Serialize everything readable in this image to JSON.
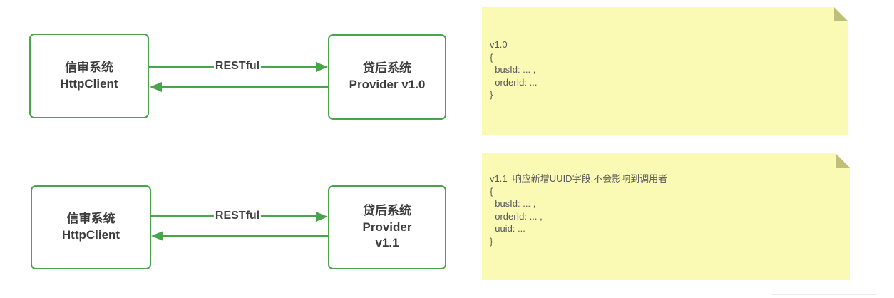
{
  "diagram": {
    "colors": {
      "shape_border_green": "#4ba44b",
      "arrow_green": "#4ba44b",
      "box_text": "#3d3d3d",
      "note_background": "#fafab4",
      "note_fold": "#bfbf7a",
      "note_text": "#595959"
    },
    "rows": [
      {
        "client": {
          "lines": [
            "信审系统",
            "HttpClient"
          ]
        },
        "arrow_label": "RESTful",
        "provider": {
          "lines": [
            "贷后系统",
            "Provider v1.0"
          ]
        },
        "note": {
          "lines": [
            "v1.0",
            "{",
            "  busId: ... ,",
            "  orderId: ...",
            "}"
          ]
        }
      },
      {
        "client": {
          "lines": [
            "信审系统",
            "HttpClient"
          ]
        },
        "arrow_label": "RESTful",
        "provider": {
          "lines": [
            "贷后系统",
            "Provider",
            "v1.1"
          ]
        },
        "note": {
          "lines": [
            "v1.1  响应新增UUID字段,不会影响到调用者",
            "{",
            "  busId: ... ,",
            "  orderId: ... ,",
            "  uuid: ...",
            "}"
          ]
        }
      }
    ]
  }
}
